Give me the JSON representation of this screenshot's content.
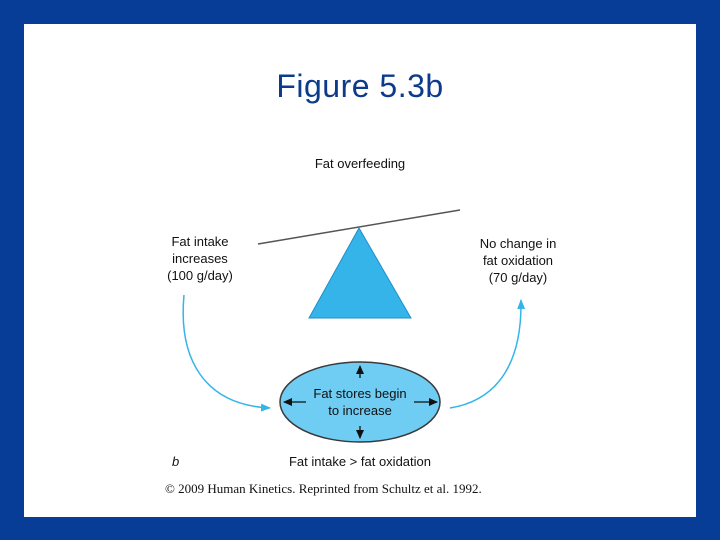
{
  "slide": {
    "title": "Figure 5.3b",
    "background_color": "#073d96",
    "title_color": "#0d3b8c"
  },
  "diagram": {
    "top_label": "Fat overfeeding",
    "left_label": [
      "Fat intake",
      "increases",
      "(100 g/day)"
    ],
    "right_label": [
      "No change in",
      "fat oxidation",
      "(70 g/day)"
    ],
    "ellipse_label": [
      "Fat stores begin",
      "to increase"
    ],
    "panel_letter": "b",
    "bottom_label": "Fat intake > fat oxidation",
    "fill_color": "#35b4ea",
    "ellipse_color": "#6fccf2"
  },
  "credit": "© 2009 Human Kinetics. Reprinted from Schultz et al. 1992."
}
